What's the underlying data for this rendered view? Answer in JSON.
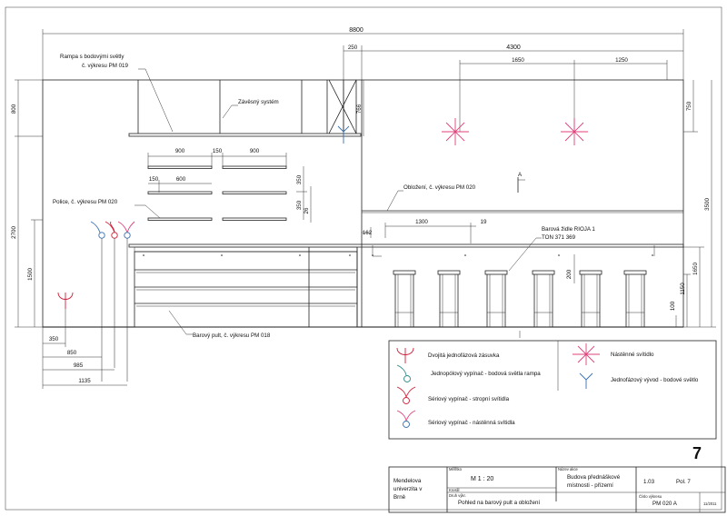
{
  "dimensions": {
    "total_width": "8800",
    "d250": "250",
    "d4300": "4300",
    "d1650": "1650",
    "d1250": "1250",
    "d800": "800",
    "d766": "766",
    "d750": "750",
    "d2700": "2700",
    "d3500": "3500",
    "d1500": "1500",
    "d1650v": "1650",
    "d1150": "1150",
    "d100": "100",
    "d200": "200",
    "shelf_900a": "900",
    "shelf_150": "150",
    "shelf_900b": "900",
    "shelf_150b": "150",
    "shelf_600": "600",
    "shelf_350a": "350",
    "shelf_350b": "350",
    "shelf_26": "26",
    "d1300": "1300",
    "d19": "19",
    "d162": "162",
    "bottom_350": "350",
    "bottom_850": "850",
    "bottom_985": "985",
    "bottom_1135": "1135"
  },
  "labels": {
    "rampa": "Rampa s bodovými světly",
    "rampa_ref": "č. výkresu PM 019",
    "zavesny": "Závěsný systém",
    "police": "Police, č. výkresu PM 020",
    "oblozeni": "Obložení, č. výkresu PM 020",
    "zidle": "Barová židle RIOJA 1",
    "zidle_ton": "TON 371 369",
    "pult": "Barový pult, č. výkresu PM 018",
    "section_a": "A"
  },
  "legend": [
    {
      "text": "Dvojitá jednofázová zásuvka",
      "icon": "double-socket-icon"
    },
    {
      "text": "Jednopólový vypínač - bodová světla rampa",
      "icon": "single-switch-icon"
    },
    {
      "text": "Sériový vypínač - stropní svítidla",
      "icon": "series-switch-ceiling-icon"
    },
    {
      "text": "Sériový vypínač - nástěnná svítidla",
      "icon": "series-switch-wall-icon"
    },
    {
      "text": "Nástěnné svítidlo",
      "icon": "wall-light-icon"
    },
    {
      "text": "Jednofázový vývod - bodové světlo",
      "icon": "single-phase-outlet-icon"
    }
  ],
  "sheet_number": "7",
  "title_block": {
    "school": [
      "Mendelova",
      "univerzita v",
      "Brně"
    ],
    "scale_label": "Měřítko",
    "scale": "M  1 : 20",
    "project_label": "Název akce",
    "project": [
      "Budova přednáškové",
      "místnosti - přízemí"
    ],
    "draftsman_label": "Kreslil",
    "drawing_label": "Druh výkr.",
    "drawing_title": "Pohled na barový pult a obložení",
    "code": "1.03",
    "position": "Pol. 7",
    "drawing_no_label": "Číslo výkresu",
    "drawing_no": "PM 020 A",
    "date": "11/2011"
  },
  "colors": {
    "red": "#d0203a",
    "blue": "#3a6fb0",
    "pink": "#e0407a",
    "teal": "#2d8a8a",
    "line": "#222222"
  }
}
